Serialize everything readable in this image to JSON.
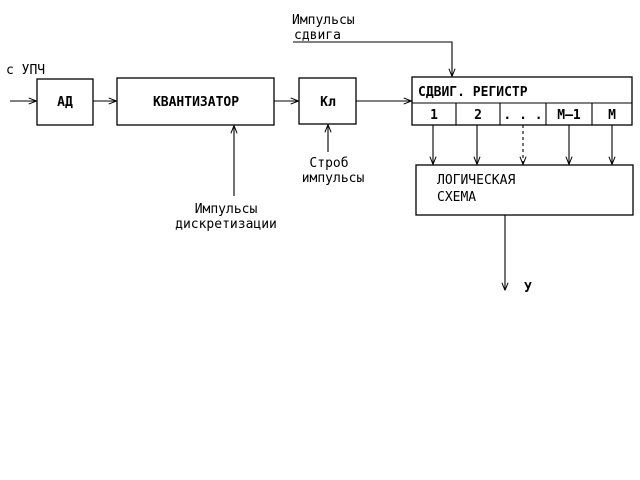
{
  "inputs": {
    "upch": "с УПЧ",
    "shift_pulses_line1": "Импульсы",
    "shift_pulses_line2": "сдвига",
    "strobe_line1": "Строб",
    "strobe_line2": "импульсы",
    "sampling_line1": "Импульсы",
    "sampling_line2": "дискретизации"
  },
  "blocks": {
    "ad": "АД",
    "quantizer": "КВАНТИЗАТОР",
    "switch": "Кл",
    "register": "СДВИГ. РЕГИСТР",
    "logic_line1": "ЛОГИЧЕСКАЯ",
    "logic_line2": "СХЕМА"
  },
  "register_cells": [
    "1",
    "2",
    ". . .",
    "M–1",
    "M"
  ],
  "output": "У"
}
